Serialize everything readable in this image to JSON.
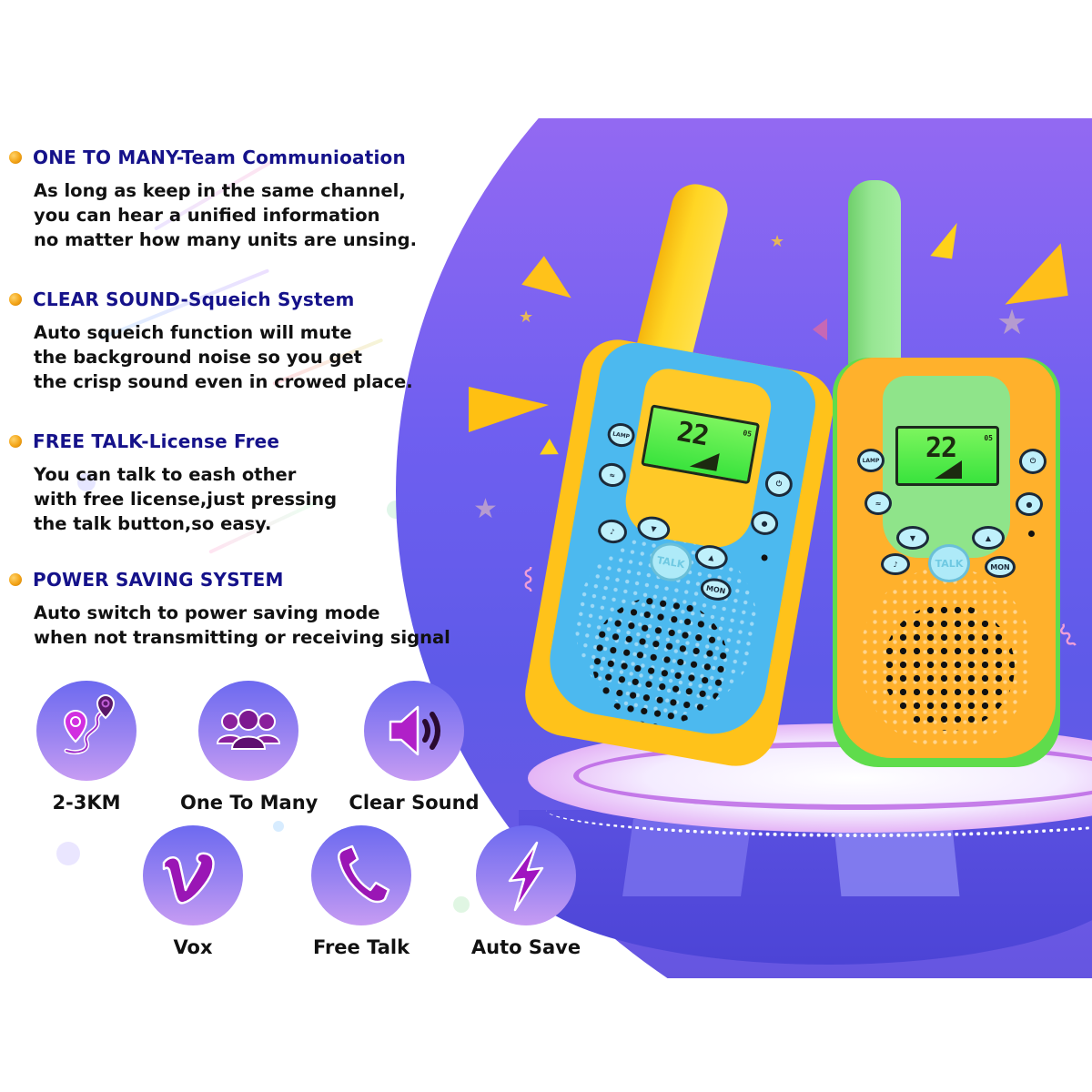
{
  "features": [
    {
      "title": "ONE TO MANY-Team Communioation",
      "lines": [
        "As long as keep in the same channel,",
        "you can hear a unified information",
        "no matter how many units are unsing."
      ]
    },
    {
      "title": "CLEAR SOUND-Squeich System",
      "lines": [
        "Auto squeich function will mute",
        "the background noise so you get",
        "the crisp sound even in crowed place."
      ]
    },
    {
      "title": "FREE TALK-License Free",
      "lines": [
        "You can talk to eash other",
        "with free license,just pressing",
        "the talk button,so easy."
      ]
    },
    {
      "title": "POWER SAVING SYSTEM",
      "lines": [
        "Auto switch to power saving mode",
        "when not transmitting or receiving signal"
      ]
    }
  ],
  "badges": [
    {
      "label": "2-3KM",
      "icon": "map-route-icon"
    },
    {
      "label": "One To Many",
      "icon": "group-icon"
    },
    {
      "label": "Clear Sound",
      "icon": "speaker-volume-icon"
    },
    {
      "label": "Vox",
      "icon": "vox-v-icon"
    },
    {
      "label": "Free Talk",
      "icon": "phone-handset-icon"
    },
    {
      "label": "Auto Save",
      "icon": "lightning-bolt-icon"
    }
  ],
  "walkie_talkies": [
    {
      "name": "blue-yellow",
      "channel": "22",
      "lcd_top_right": "05",
      "talk_label": "TALK",
      "mon_label": "MON",
      "lamp_label": "LAMP",
      "colors": {
        "antenna": "#ffd21a",
        "body": "#ffc21a",
        "shell": "#45b8ee",
        "face": "#ffc928"
      }
    },
    {
      "name": "orange-green",
      "channel": "22",
      "lcd_top_right": "05",
      "talk_label": "TALK",
      "mon_label": "MON",
      "lamp_label": "LAMP",
      "colors": {
        "antenna": "#8fe08a",
        "body": "#5fdc4c",
        "shell": "#ffb12c",
        "face": "#8fe48a"
      }
    }
  ],
  "colors": {
    "title": "#15128a",
    "bullet": "#f3a417",
    "bubble_top": "#b072f3",
    "bubble_bottom": "#5e5ae8"
  }
}
